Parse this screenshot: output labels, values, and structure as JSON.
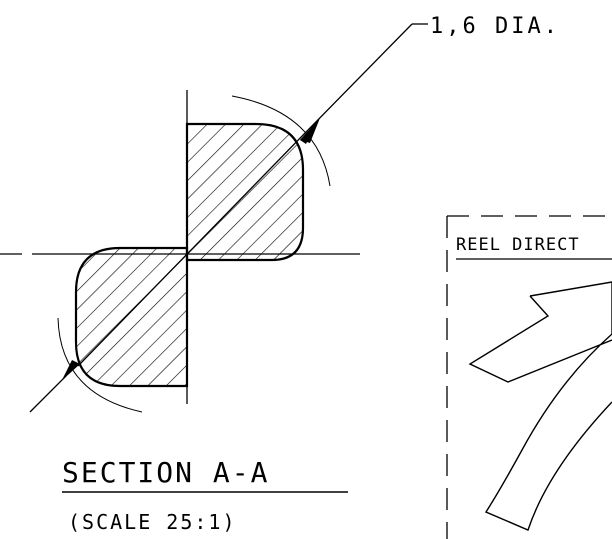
{
  "section": {
    "title": "SECTION A-A",
    "scale": "(SCALE 25:1)"
  },
  "dimension": {
    "label": "1,6 DIA."
  },
  "reel_direction": {
    "label": "REEL DIRECT"
  }
}
